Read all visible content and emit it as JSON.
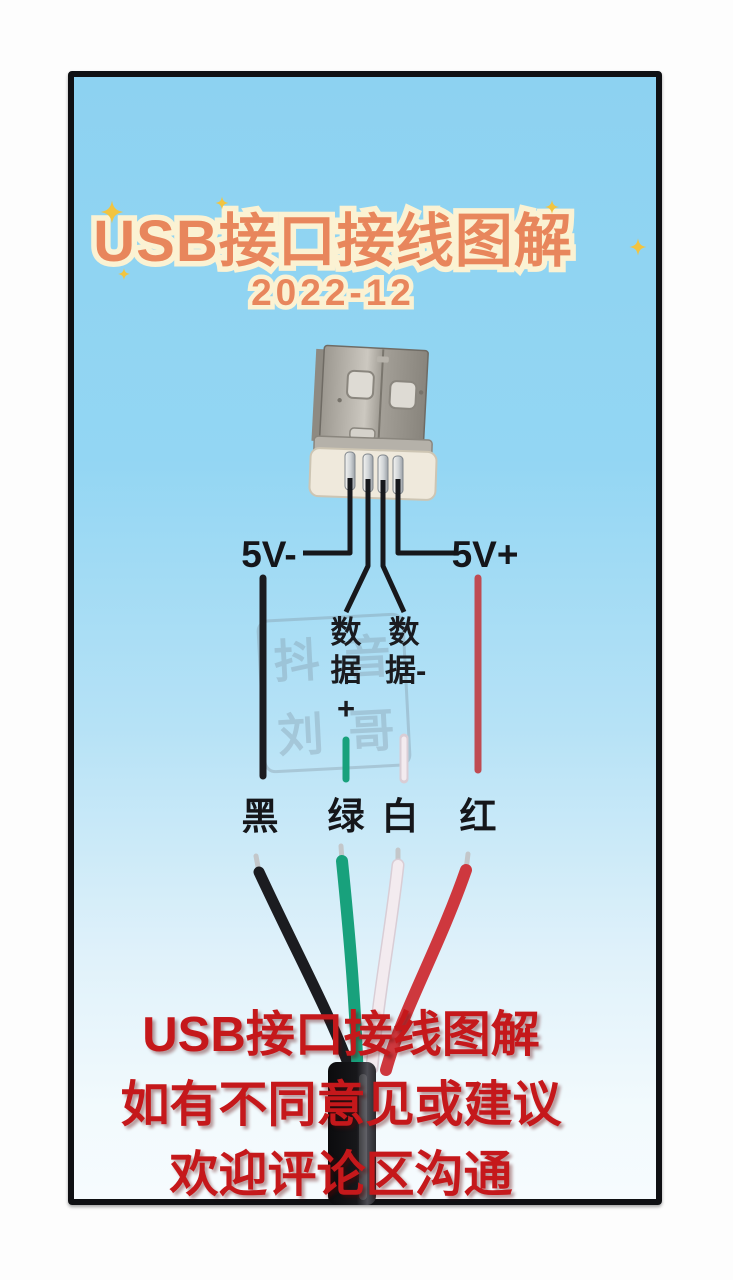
{
  "poster": {
    "title": "USB接口接线图解",
    "date": "2022-12"
  },
  "diagram": {
    "labels": {
      "power_negative": "5V-",
      "power_positive": "5V+",
      "data_plus": "数据+",
      "data_minus": "数据-"
    },
    "wire_names": {
      "black": "黑",
      "green": "绿",
      "white": "白",
      "red": "红"
    },
    "wire_colors": {
      "schematic": "#17181c",
      "black": "#1b1c20",
      "green": "#18a17c",
      "white": "#f3ebef",
      "white_edge": "#d9cdd5",
      "red_line": "#bf4b52",
      "red": "#ce383e"
    }
  },
  "watermark": {
    "chars": [
      "抖",
      "音",
      "刘",
      "哥"
    ]
  },
  "footer": {
    "line1": "USB接口接线图解",
    "line2": "如有不同意见或建议",
    "line3": "欢迎评论区沟通"
  },
  "theme": {
    "background_top": "#8dd2f1",
    "background_bottom": "#f6fbfe",
    "frame_border": "#0f1013",
    "title_fill": "#e8865c",
    "title_outline": "#fbf2d3",
    "sparkle": "#f2c440",
    "footer_red": "#c5181b",
    "text_dark": "#15161a"
  }
}
